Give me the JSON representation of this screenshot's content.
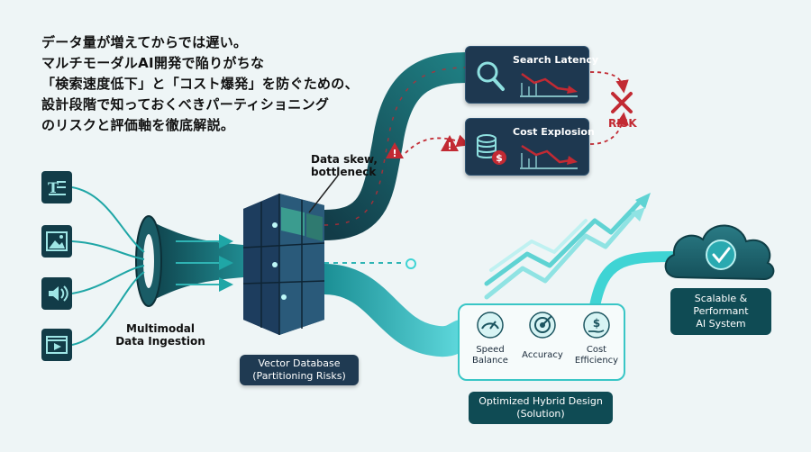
{
  "heading": {
    "lines": [
      "データ量が増えてからでは遅い。",
      "マルチモーダルAI開発で陥りがちな",
      "「検索速度低下」と「コスト爆発」を防ぐための、",
      "設計段階で知っておくべきパーティショニング",
      "のリスクと評価軸を徹底解説。"
    ]
  },
  "ingestion": {
    "label_line1": "Multimodal",
    "label_line2": "Data Ingestion",
    "icons": [
      "text-document-icon",
      "image-icon",
      "audio-speaker-icon",
      "video-player-icon"
    ]
  },
  "database": {
    "box_line1": "Vector Database",
    "box_line2": "(Partitioning Risks)",
    "callout_line1": "Data skew,",
    "callout_line2": "bottleneck"
  },
  "risks": {
    "search_latency": "Search Latency",
    "cost_explosion": "Cost Explosion",
    "risk_label": "RISK"
  },
  "solution": {
    "metrics": [
      {
        "line1": "Speed",
        "line2": "Balance",
        "icon": "speedometer-icon"
      },
      {
        "line1": "Accuracy",
        "line2": "",
        "icon": "target-icon"
      },
      {
        "line1": "Cost",
        "line2": "Efficiency",
        "icon": "dollar-hand-icon"
      }
    ],
    "box_line1": "Optimized Hybrid Design",
    "box_line2": "(Solution)"
  },
  "result": {
    "line1": "Scalable &",
    "line2": "Performant",
    "line3": "AI System"
  },
  "colors": {
    "teal": "#1fa6a6",
    "dark_teal": "#0f4b54",
    "navy": "#1f3a52",
    "risk_red": "#c22a33",
    "cyan": "#3fd4d4"
  }
}
